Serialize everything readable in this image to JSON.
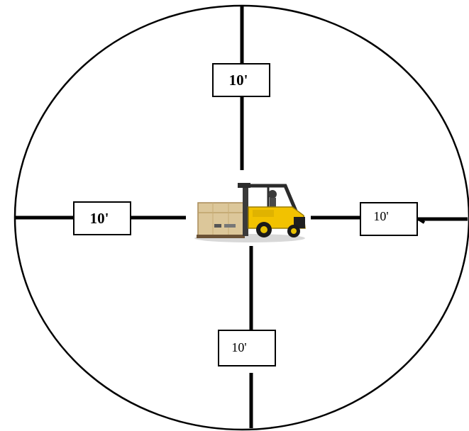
{
  "distance_labels": {
    "top": "10'",
    "left": "10'",
    "right": "10'",
    "bottom": "10'"
  },
  "colors": {
    "line": "#000000",
    "background": "#ffffff",
    "forklift_body": "#f2c200",
    "crate": "#dcc79a"
  },
  "icons": {
    "center": "forklift-with-crate"
  }
}
